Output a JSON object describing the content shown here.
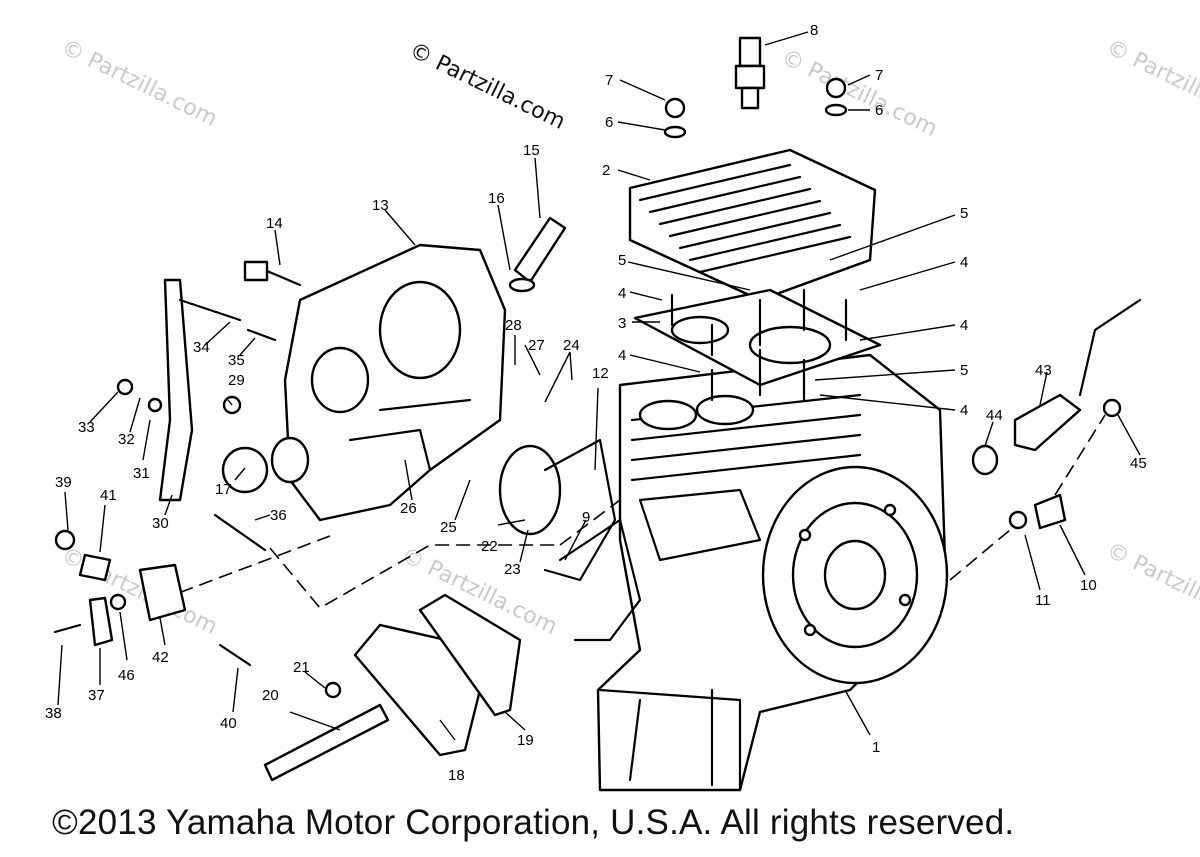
{
  "watermarks": {
    "main": "© Partzilla.com",
    "faint": "© Partzilla.com"
  },
  "copyright": "©2013 Yamaha Motor Corporation, U.S.A. All rights reserved.",
  "callouts": [
    "1",
    "2",
    "3",
    "4",
    "4",
    "4",
    "4",
    "4",
    "5",
    "5",
    "5",
    "5",
    "6",
    "6",
    "7",
    "7",
    "8",
    "9",
    "10",
    "11",
    "12",
    "13",
    "14",
    "15",
    "16",
    "17",
    "18",
    "19",
    "20",
    "21",
    "22",
    "23",
    "24",
    "25",
    "26",
    "27",
    "28",
    "29",
    "30",
    "31",
    "32",
    "33",
    "34",
    "35",
    "36",
    "37",
    "38",
    "39",
    "40",
    "41",
    "42",
    "43",
    "44",
    "45",
    "46"
  ]
}
